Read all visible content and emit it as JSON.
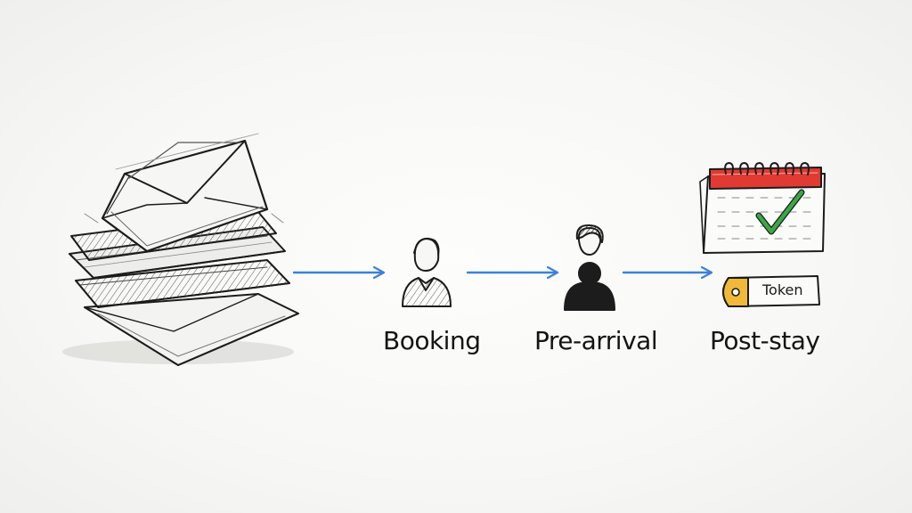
{
  "stages": [
    {
      "label": "Booking"
    },
    {
      "label": "Pre-arrival"
    },
    {
      "label": "Post-stay"
    }
  ],
  "token": {
    "label": "Token"
  },
  "icons": {
    "email_stack": "envelope-stack-icon",
    "booking": "person-icon",
    "prearrival": "person-icon",
    "poststay": "calendar-check-icon",
    "token": "tag-icon"
  },
  "colors": {
    "arrow": "#3b82d6",
    "calendar_header": "#e03a32",
    "check": "#3aa845",
    "token_tag": "#f0b93a",
    "ink": "#1c1c1c"
  }
}
